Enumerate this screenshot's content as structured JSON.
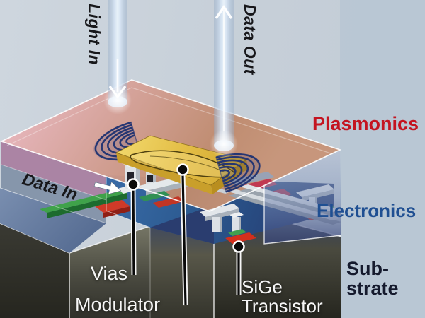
{
  "figure": {
    "beams": {
      "light_in": "Light In",
      "data_out": "Data Out",
      "data_in": "Data In"
    },
    "layers": {
      "plasmonics": "Plasmonics",
      "electronics": "Electronics",
      "substrate_line1": "Sub-",
      "substrate_line2": "strate"
    },
    "callouts": {
      "vias": "Vias",
      "modulator": "Modulator",
      "sige_line1": "SiGe",
      "sige_line2": "Transistor"
    },
    "colors": {
      "plasmonics_label": "#c41420",
      "electronics_label": "#1f4f92",
      "substrate_label": "#151a2d",
      "callout_text": "#f6f6f6",
      "beam_label": "#17171a",
      "plasmonics_surface_pink": "#e6b3b8",
      "surface_salmon": "#bf8a6d",
      "modulator_gold": "#e3bd45",
      "grating_navy": "#253672",
      "interior_blue": "#2e5f9a",
      "navy_dielectric": "#2a3d6f",
      "substrate_gray": "#4a4a40",
      "waveguide_green": "#3fa24a",
      "transistor_red": "#cc3a28",
      "metal_white": "#e4e8eb",
      "light_beam": "#dce8f4",
      "background": "#c7d0d8"
    }
  }
}
